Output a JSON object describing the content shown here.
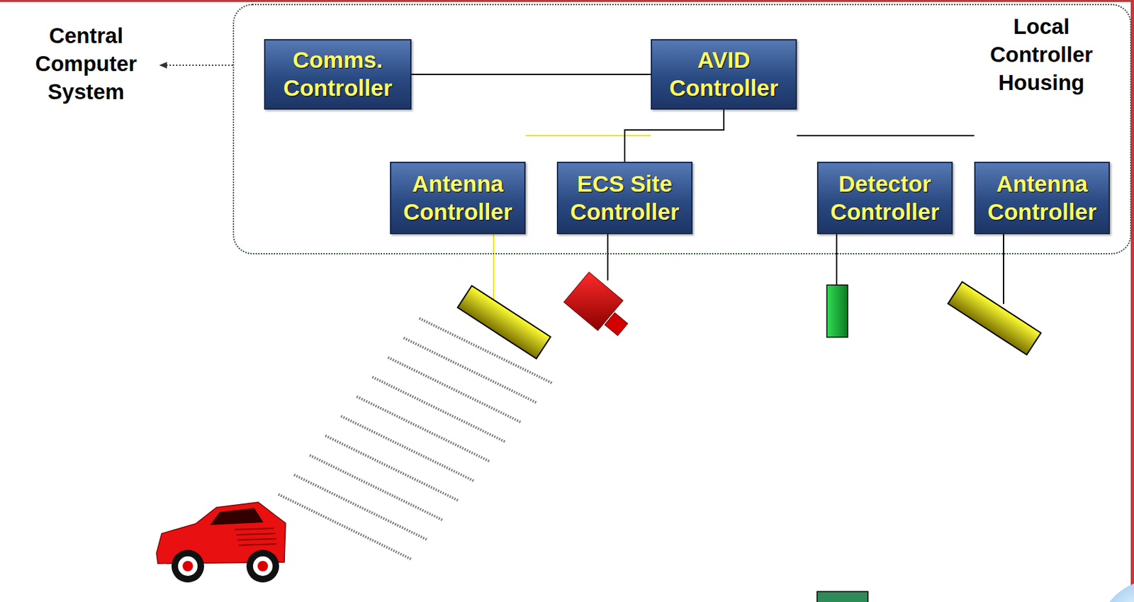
{
  "diagram": {
    "nodes": [
      {
        "text": [
          "Local Controller Housing"
        ]
      },
      {
        "text": [
          "Comms. Controller"
        ],
        "in": 0
      },
      {
        "text": [
          "AVID Controller"
        ],
        "in": 0
      },
      {
        "text": [
          "Antenna Controller"
        ],
        "in": 0
      },
      {
        "text": [
          "ECS Site Controller"
        ],
        "in": 0
      },
      {
        "text": [
          "Detector Controller"
        ],
        "in": 0
      },
      {
        "text": [
          "Antenna Controller"
        ],
        "in": 0
      }
    ],
    "edges": [
      {
        "from": 1,
        "to": 2,
        "arrow": "none"
      },
      {
        "from": 2,
        "to": 3,
        "arrow": "none"
      },
      {
        "from": 2,
        "to": 4,
        "arrow": "none"
      },
      {
        "from": 2,
        "to": 5,
        "arrow": "none"
      },
      {
        "from": 2,
        "to": 6,
        "arrow": "none"
      }
    ],
    "labels": [
      "Central Computer System"
    ]
  }
}
